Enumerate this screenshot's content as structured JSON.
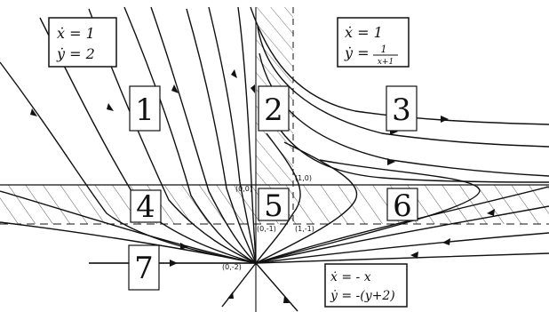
{
  "regions": [
    "1",
    "2",
    "3",
    "4",
    "5",
    "6",
    "7"
  ],
  "equations": {
    "top_left": [
      "ẋ = 1",
      "ẏ =  2"
    ],
    "top_right": [
      "ẋ = 1",
      "ẏ = "
    ],
    "top_right_fraction": {
      "num": "1",
      "den": "x+1"
    },
    "bottom_right": [
      "ẋ = - x",
      "ẏ = -(y+2)"
    ]
  },
  "points": {
    "p00": "(0,0)",
    "p10": "(1,0)",
    "p0m1": "(0,-1)",
    "p1m1": "(1,-1)",
    "p0m2": "(0,-2)"
  }
}
